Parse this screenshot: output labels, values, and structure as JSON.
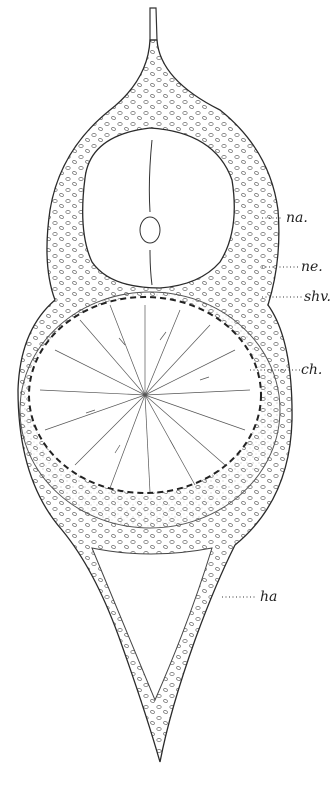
{
  "labels": {
    "na": "na.",
    "ne": "ne.",
    "shv": "shv.",
    "ch": "ch.",
    "ha": "ha"
  },
  "colors": {
    "ink": "#2a2a2a",
    "stipple": "#777777",
    "paper": "#ffffff"
  }
}
